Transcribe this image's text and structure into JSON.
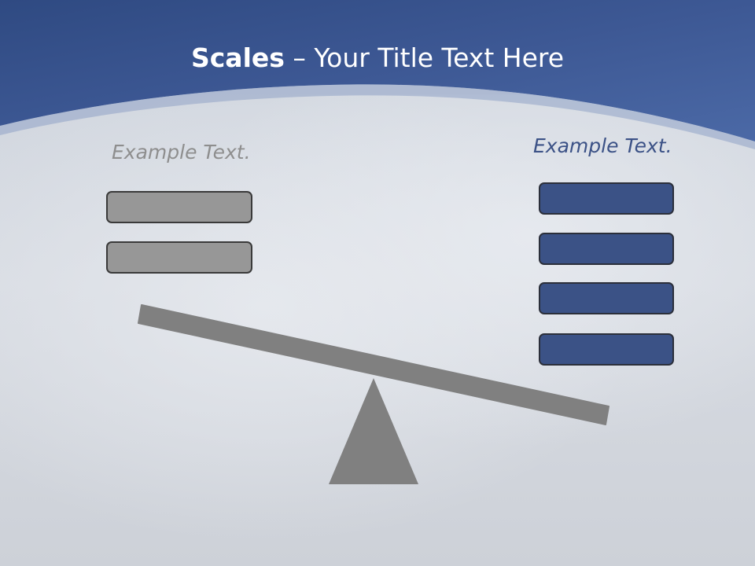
{
  "slide": {
    "title_bold": "Scales",
    "title_rest": " – Your Title Text Here"
  },
  "left": {
    "label": "Example Text.",
    "box_count": 2
  },
  "right": {
    "label": "Example Text.",
    "box_count": 4
  },
  "colors": {
    "header_blue": "#3d5894",
    "box_blue": "#3b5286",
    "box_grey": "#979797",
    "scale_grey": "#808080",
    "label_blue": "#3b5186",
    "label_grey": "#8e8e8e"
  }
}
